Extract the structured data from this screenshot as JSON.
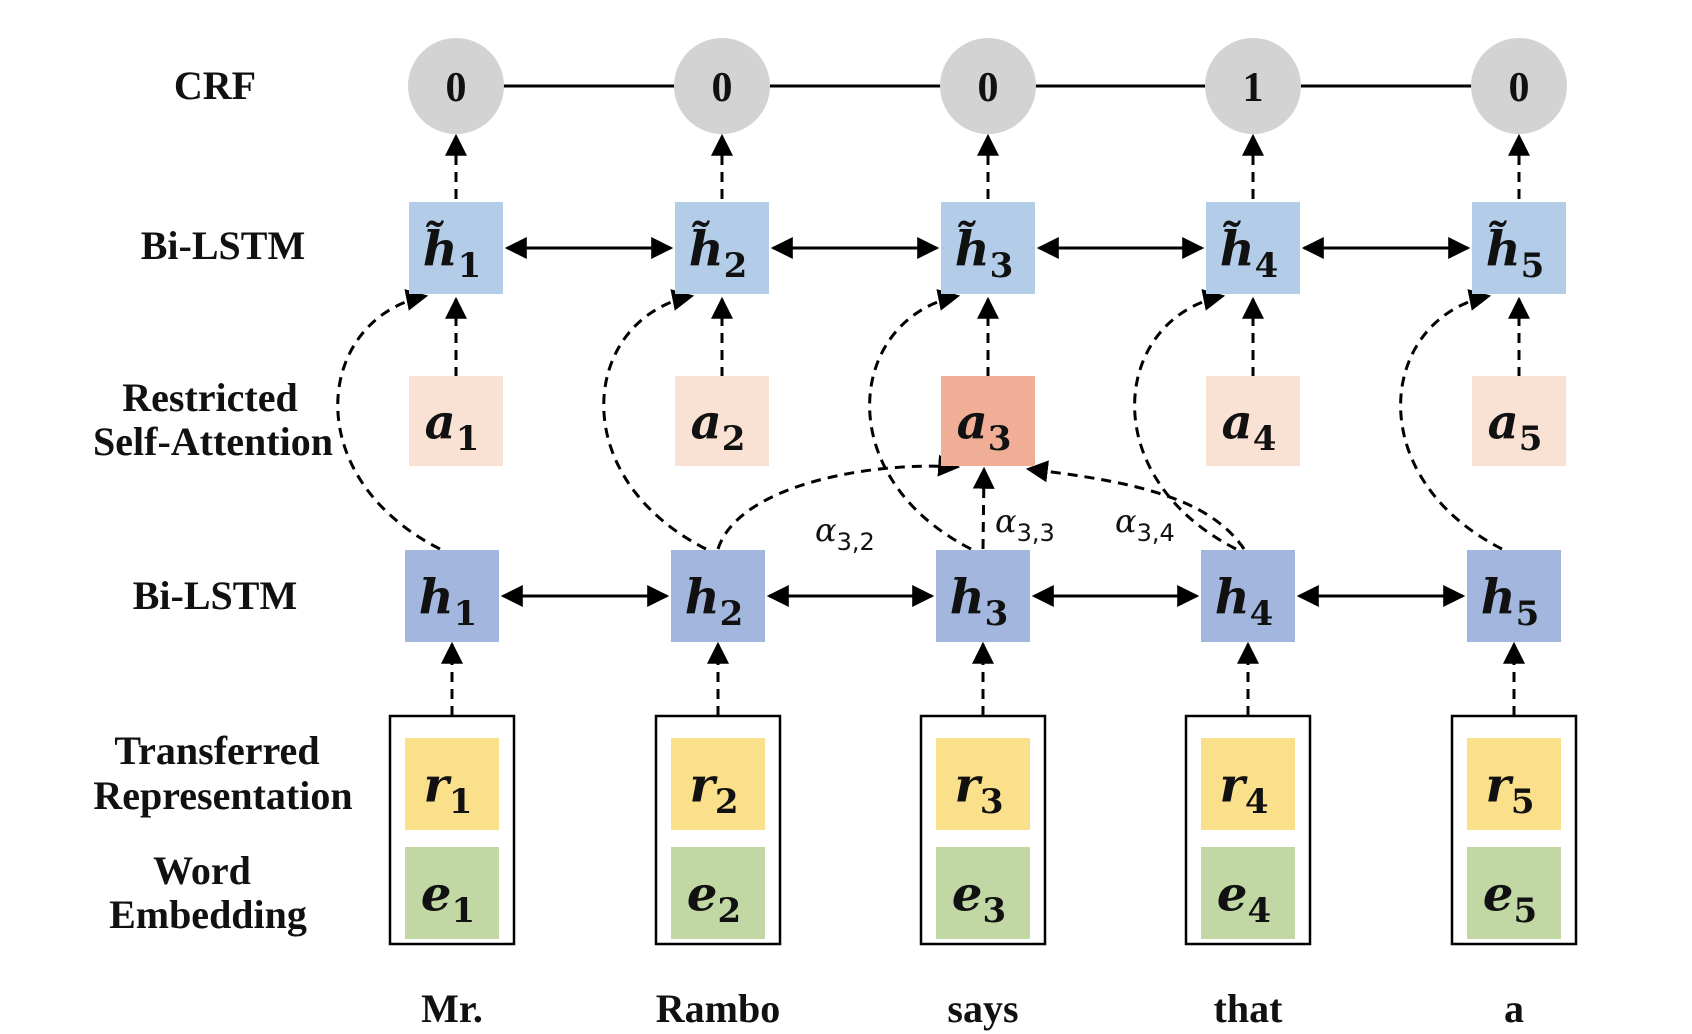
{
  "layer_labels": {
    "crf": "CRF",
    "bilstm_top": "Bi-LSTM",
    "attention_line1": "Restricted",
    "attention_line2": "Self-Attention",
    "bilstm_bottom": "Bi-LSTM",
    "transferred_line1": "Transferred",
    "transferred_line2": "Representation",
    "embedding_line1": "Word",
    "embedding_line2": "Embedding"
  },
  "crf_values": [
    "0",
    "0",
    "0",
    "1",
    "0"
  ],
  "words": [
    "Mr.",
    "Rambo",
    "says",
    "that",
    "a"
  ],
  "h_tilde": [
    {
      "sym": "h̃",
      "sub": "1"
    },
    {
      "sym": "h̃",
      "sub": "2"
    },
    {
      "sym": "h̃",
      "sub": "3"
    },
    {
      "sym": "h̃",
      "sub": "4"
    },
    {
      "sym": "h̃",
      "sub": "5"
    }
  ],
  "a": [
    {
      "sym": "a",
      "sub": "1"
    },
    {
      "sym": "a",
      "sub": "2"
    },
    {
      "sym": "a",
      "sub": "3"
    },
    {
      "sym": "a",
      "sub": "4"
    },
    {
      "sym": "a",
      "sub": "5"
    }
  ],
  "h": [
    {
      "sym": "h",
      "sub": "1"
    },
    {
      "sym": "h",
      "sub": "2"
    },
    {
      "sym": "h",
      "sub": "3"
    },
    {
      "sym": "h",
      "sub": "4"
    },
    {
      "sym": "h",
      "sub": "5"
    }
  ],
  "r": [
    {
      "sym": "r",
      "sub": "1"
    },
    {
      "sym": "r",
      "sub": "2"
    },
    {
      "sym": "r",
      "sub": "3"
    },
    {
      "sym": "r",
      "sub": "4"
    },
    {
      "sym": "r",
      "sub": "5"
    }
  ],
  "e": [
    {
      "sym": "e",
      "sub": "1"
    },
    {
      "sym": "e",
      "sub": "2"
    },
    {
      "sym": "e",
      "sub": "3"
    },
    {
      "sym": "e",
      "sub": "4"
    },
    {
      "sym": "e",
      "sub": "5"
    }
  ],
  "attention_weights": [
    {
      "sym": "α",
      "sub": "3,2"
    },
    {
      "sym": "α",
      "sub": "3,3"
    },
    {
      "sym": "α",
      "sub": "3,4"
    }
  ],
  "highlighted_attention_index": 2,
  "colors": {
    "crf_node": "#d3d3d3",
    "h_tilde_box": "#b3cde8",
    "attention_box": "#f9e2d4",
    "attention_box_highlight": "#f0ae97",
    "h_box": "#a3b6de",
    "r_box": "#fbe08b",
    "e_box": "#c1d8a5",
    "line": "#000000"
  }
}
